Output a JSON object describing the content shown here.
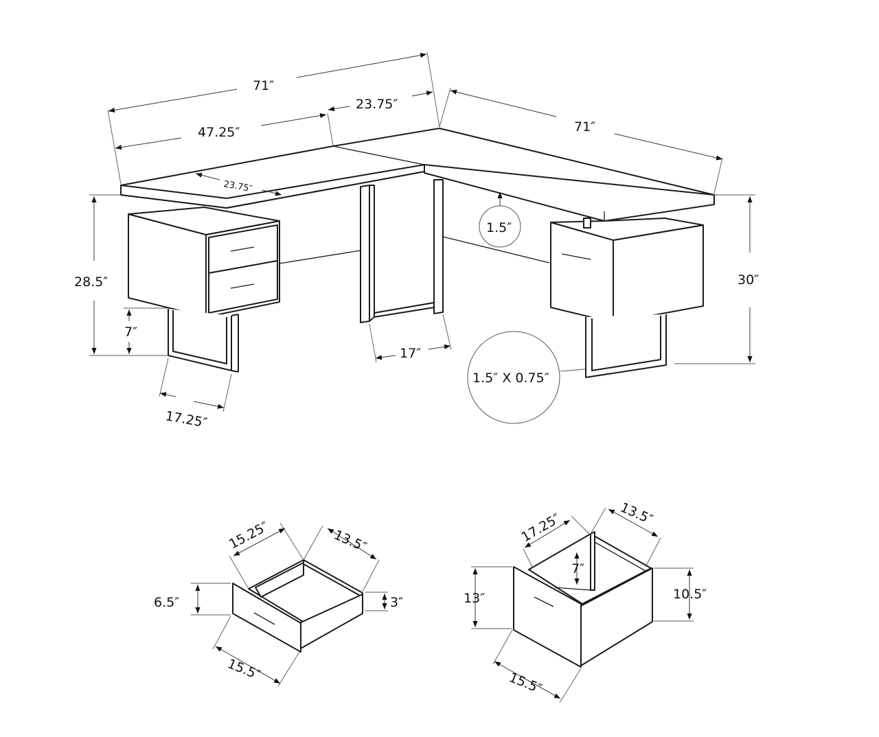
{
  "diagram": {
    "subject": "L-shaped desk with drawers - dimension drawing",
    "desk": {
      "overall_width_left": "71″",
      "left_section_width": "47.25″",
      "corner_section_width": "23.75″",
      "top_depth": "23.75″",
      "overall_width_right": "71″",
      "top_thickness": "1.5″",
      "left_height": "28.5″",
      "right_height": "30″",
      "leg_clearance": "7″",
      "left_leg_depth": "17.25″",
      "center_leg_depth": "17″",
      "leg_profile": "1.5″ X 0.75″"
    },
    "small_drawer": {
      "interior_depth": "15.25″",
      "interior_width": "13.5″",
      "front_height": "6.5″",
      "side_height": "3″",
      "front_width": "15.5″"
    },
    "file_drawer": {
      "interior_depth": "17.25″",
      "interior_width": "13.5″",
      "interior_height": "7″",
      "front_height": "13″",
      "side_height": "10.5″",
      "front_width": "15.5″"
    }
  }
}
